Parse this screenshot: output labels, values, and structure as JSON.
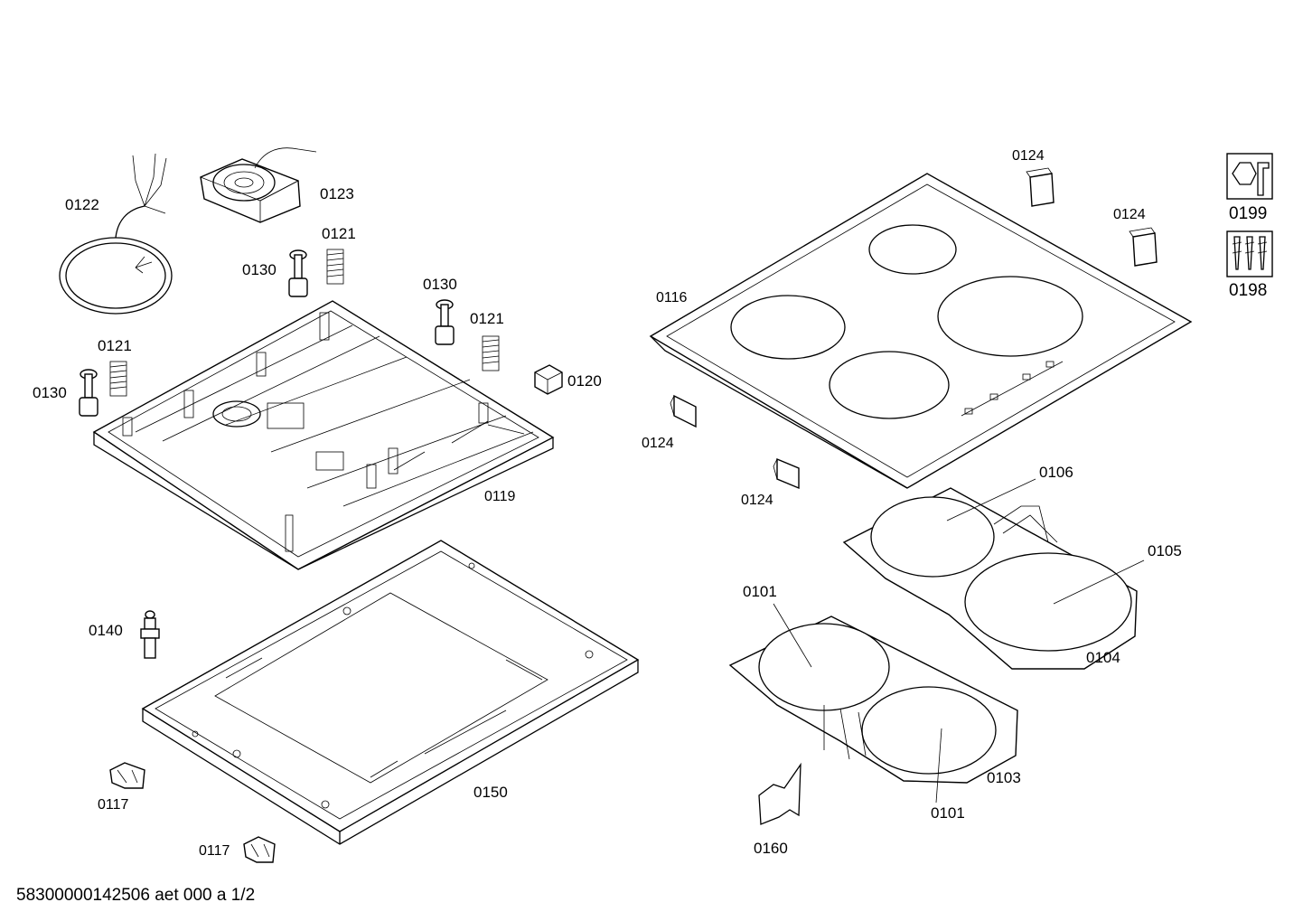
{
  "parts": {
    "p0122": "0122",
    "p0123": "0123",
    "p0121_a": "0121",
    "p0121_b": "0121",
    "p0121_c": "0121",
    "p0130_a": "0130",
    "p0130_b": "0130",
    "p0130_c": "0130",
    "p0120": "0120",
    "p0119": "0119",
    "p0140": "0140",
    "p0150": "0150",
    "p0117_a": "0117",
    "p0117_b": "0117",
    "p0116": "0116",
    "p0124_a": "0124",
    "p0124_b": "0124",
    "p0124_c": "0124",
    "p0124_d": "0124",
    "p0106": "0106",
    "p0105": "0105",
    "p0104": "0104",
    "p0101_a": "0101",
    "p0101_b": "0101",
    "p0103": "0103",
    "p0160": "0160",
    "p0199": "0199",
    "p0198": "0198"
  },
  "footer": "58300000142506 aet 000 a 1/2",
  "icons": [
    "hex-nut-wrench-icon",
    "screws-icon"
  ]
}
